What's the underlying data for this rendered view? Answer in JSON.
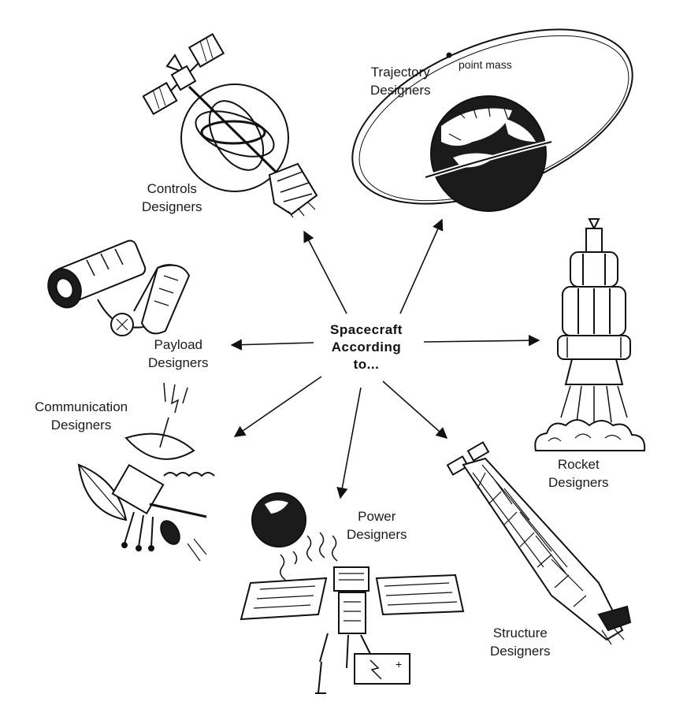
{
  "center": {
    "line1": "Spacecraft",
    "line2": "According",
    "line3": "to..."
  },
  "designers": {
    "controls": {
      "line1": "Controls",
      "line2": "Designers",
      "illustration": "satellite-with-gimbal"
    },
    "trajectory": {
      "line1": "Trajectory",
      "line2": "Designers",
      "illustration": "planet-with-orbit"
    },
    "payload": {
      "line1": "Payload",
      "line2": "Designers",
      "illustration": "telescope-instrument"
    },
    "rocket": {
      "line1": "Rocket",
      "line2": "Designers",
      "illustration": "launching-rocket"
    },
    "communication": {
      "line1": "Communication",
      "line2": "Designers",
      "illustration": "antenna-dish-satellite"
    },
    "power": {
      "line1": "Power",
      "line2": "Designers",
      "illustration": "sun-solar-panels-battery"
    },
    "structure": {
      "line1": "Structure",
      "line2": "Designers",
      "illustration": "truss-structure-rocket"
    }
  },
  "annotations": {
    "point_mass": "point mass"
  },
  "colors": {
    "ink": "#111111",
    "background": "#ffffff"
  }
}
